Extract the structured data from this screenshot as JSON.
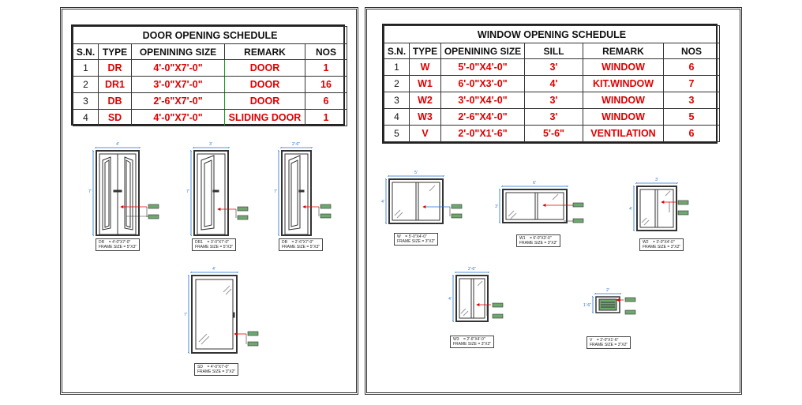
{
  "door_schedule": {
    "title": "DOOR OPENING SCHEDULE",
    "headers": [
      "S.N.",
      "TYPE",
      "OPENINING SIZE",
      "REMARK",
      "NOS"
    ],
    "rows": [
      {
        "sn": "1",
        "type": "DR",
        "size": "4'-0\"X7'-0\"",
        "remark": "DOOR",
        "nos": "1"
      },
      {
        "sn": "2",
        "type": "DR1",
        "size": "3'-0\"X7'-0\"",
        "remark": "DOOR",
        "nos": "16"
      },
      {
        "sn": "3",
        "type": "DB",
        "size": "2'-6\"X7'-0\"",
        "remark": "DOOR",
        "nos": "6"
      },
      {
        "sn": "4",
        "type": "SD",
        "size": "4'-0\"X7'-0\"",
        "remark": "SLIDING DOOR",
        "nos": "1"
      }
    ]
  },
  "window_schedule": {
    "title": "WINDOW OPENING SCHEDULE",
    "headers": [
      "S.N.",
      "TYPE",
      "OPENINING SIZE",
      "SILL",
      "REMARK",
      "NOS"
    ],
    "rows": [
      {
        "sn": "1",
        "type": "W",
        "size": "5'-0\"X4'-0\"",
        "sill": "3'",
        "remark": "WINDOW",
        "nos": "6"
      },
      {
        "sn": "2",
        "type": "W1",
        "size": "6'-0\"X3'-0\"",
        "sill": "4'",
        "remark": "KIT.WINDOW",
        "nos": "7"
      },
      {
        "sn": "3",
        "type": "W2",
        "size": "3'-0\"X4'-0\"",
        "sill": "3'",
        "remark": "WINDOW",
        "nos": "3"
      },
      {
        "sn": "4",
        "type": "W3",
        "size": "2'-6\"X4'-0\"",
        "sill": "3'",
        "remark": "WINDOW",
        "nos": "5"
      },
      {
        "sn": "5",
        "type": "V",
        "size": "2'-0\"X1'-6\"",
        "sill": "5'-6\"",
        "remark": "VENTILATION",
        "nos": "6"
      }
    ]
  },
  "captions": {
    "dr": "DR    = 4'-0\"X7'-0\"\nFRAME SIZE = 5\"X3\"",
    "dr1": "DR1    = 3'-0\"X7'-0\"\nFRAME SIZE = 5\"X3\"",
    "db": "DB    = 2'-6\"X7'-0\"\nFRAME SIZE = 5\"X3\"",
    "sd": "SD    = 4'-0\"X7'-0\"\nFRAME SIZE = 3\"X2\"",
    "w": "W    = 5'-0\"X4'-0\"\nFRAME SIZE = 3\"X2\"",
    "w1": "W1    = 6'-0\"X3'-0\"\nFRAME SIZE = 3\"X2\"",
    "w2": "W2    = 3'-0\"X4'-0\"\nFRAME SIZE = 3\"X2\"",
    "w3": "W3    = 2'-6\"X4'-0\"\nFRAME SIZE = 3\"X2\"",
    "v": "V    = 2'-0\"X1'-6\"\nFRAME SIZE = 3\"X2\""
  },
  "dims": {
    "dr_w": "4'",
    "dr_h": "7'",
    "dr1_w": "3'",
    "dr1_h": "7'",
    "db_w": "2'-6\"",
    "db_h": "7'",
    "sd_w": "4'",
    "sd_h": "7'",
    "w_w": "5'",
    "w_h": "4'",
    "w1_w": "6'",
    "w1_h": "3'",
    "w2_w": "3'",
    "w2_h": "4'",
    "w3_w": "2'-6\"",
    "w3_h": "4'",
    "v_w": "2'",
    "v_h": "1'-6\""
  },
  "colors": {
    "schedule_text": "#e00000",
    "dimension": "#1e6fd0",
    "leader": "#e00000",
    "tag_fill": "#6fa86f",
    "frame": "#333333"
  }
}
